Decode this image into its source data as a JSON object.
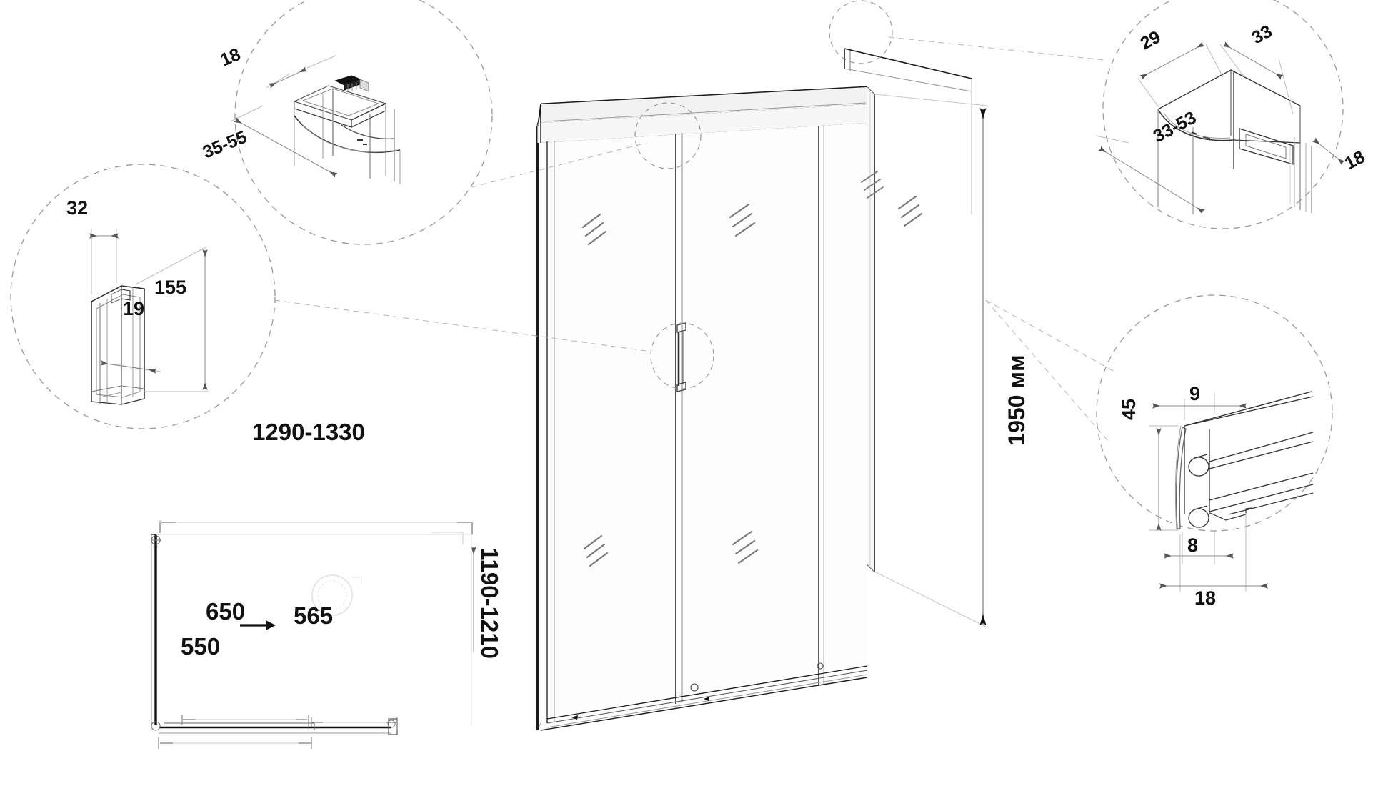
{
  "drawing": {
    "title": "Shower enclosure technical drawing",
    "units": "mm",
    "line_color": "#1a1a1a",
    "thin_line_color": "#8a8a8a",
    "dashed_circle_color": "#9a9a9a",
    "glass_tint": "#fdfdfd"
  },
  "main_view": {
    "name": "sliding-door-shower-enclosure-isometric",
    "height_label": "1950 мм",
    "panels": [
      "fixed-side-panel",
      "sliding-door-left",
      "sliding-door-right"
    ],
    "handle": "vertical-bar-handle"
  },
  "details": {
    "top_left": {
      "name": "top-rail-bracket-detail",
      "dims": [
        "18",
        "35-55"
      ]
    },
    "top_right": {
      "name": "top-profile-section-detail",
      "dims": [
        "29",
        "33",
        "33-53",
        "18"
      ]
    },
    "left": {
      "name": "door-handle-detail",
      "dims": [
        "32",
        "19",
        "155"
      ]
    },
    "right": {
      "name": "bottom-rail-profile-detail",
      "dims": [
        "9",
        "45",
        "8",
        "18"
      ]
    }
  },
  "plan_view": {
    "name": "floor-plan-top-view",
    "width_label": "1290-1330",
    "depth_label": "1190-1210",
    "opening_label": "650",
    "overlap_label": "565",
    "door_label": "550",
    "arrow": "door-slide-direction-arrow"
  },
  "dimension_texts": {
    "d18a": "18",
    "d35_55": "35-55",
    "d29": "29",
    "d33": "33",
    "d33_53": "33-53",
    "d18b": "18",
    "d32": "32",
    "d19": "19",
    "d155": "155",
    "d9": "9",
    "d45": "45",
    "d8": "8",
    "d18c": "18",
    "h1950": "1950 мм",
    "w1290": "1290-1330",
    "dep1190": "1190-1210",
    "s650": "650",
    "s565": "565",
    "s550": "550"
  }
}
